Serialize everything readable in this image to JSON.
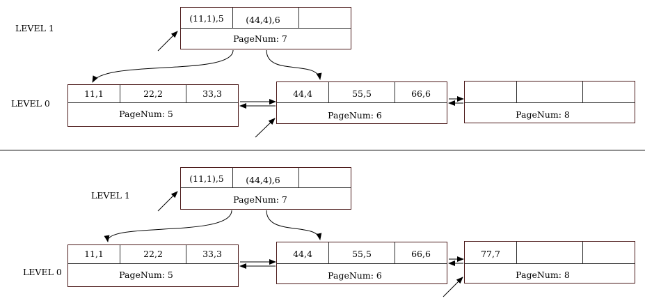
{
  "top": {
    "level1_label": "LEVEL 1",
    "level0_label": "LEVEL 0",
    "root": {
      "cells": [
        "(11,1),5",
        "(44,4),6",
        ""
      ],
      "page": "PageNum: 7"
    },
    "leaves": [
      {
        "cells": [
          "11,1",
          "22,2",
          "33,3"
        ],
        "page": "PageNum: 5"
      },
      {
        "cells": [
          "44,4",
          "55,5",
          "66,6"
        ],
        "page": "PageNum: 6"
      },
      {
        "cells": [
          "",
          "",
          ""
        ],
        "page": "PageNum: 8"
      }
    ]
  },
  "bottom": {
    "level1_label": "LEVEL 1",
    "level0_label": "LEVEL 0",
    "root": {
      "cells": [
        "(11,1),5",
        "(44,4),6",
        ""
      ],
      "page": "PageNum: 7"
    },
    "leaves": [
      {
        "cells": [
          "11,1",
          "22,2",
          "33,3"
        ],
        "page": "PageNum: 5"
      },
      {
        "cells": [
          "44,4",
          "55,5",
          "66,6"
        ],
        "page": "PageNum: 6"
      },
      {
        "cells": [
          "77,7",
          "",
          ""
        ],
        "page": "PageNum: 8"
      }
    ]
  }
}
